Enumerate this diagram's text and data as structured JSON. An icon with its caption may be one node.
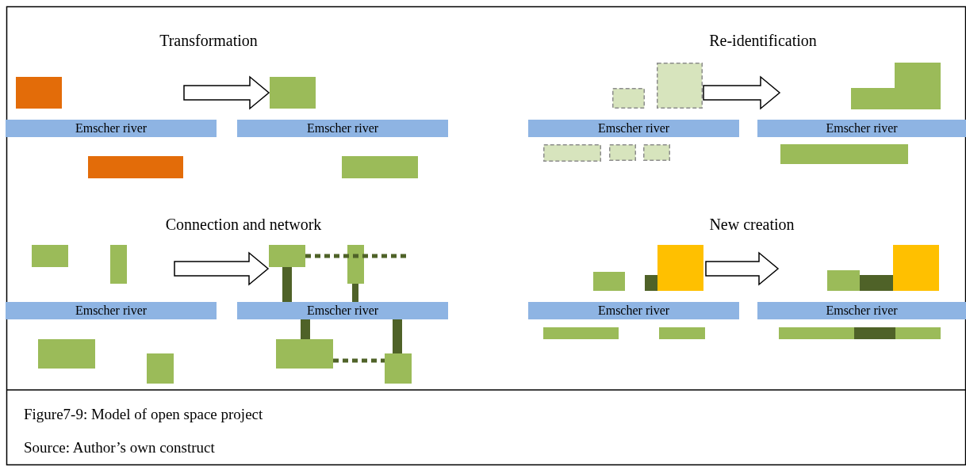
{
  "diagram": {
    "caption": "Figure7-9: Model of open space project",
    "nodes": [
      {
        "text": [],
        "shape": "picture"
      },
      {
        "text": [
          "Emscher river"
        ]
      },
      {
        "text": [],
        "shape": "picture"
      },
      {
        "text": [
          "Emscher river"
        ]
      },
      {
        "text": [],
        "shape": "picture"
      },
      {
        "text": [
          "Emscher river"
        ]
      },
      {
        "text": [],
        "shape": "picture"
      },
      {
        "text": [
          "Emscher river"
        ]
      },
      {
        "text": [],
        "shape": "picture"
      },
      {
        "text": [
          "Emscher river"
        ]
      },
      {
        "text": [],
        "shape": "picture"
      },
      {
        "text": [
          "Emscher river"
        ]
      },
      {
        "text": [],
        "shape": "picture"
      },
      {
        "text": [
          "Emscher river"
        ]
      },
      {
        "text": [],
        "shape": "picture"
      },
      {
        "text": [
          "Emscher river"
        ]
      }
    ],
    "edges": [
      {
        "from": 0,
        "to": 2,
        "arrow": "to"
      },
      {
        "from": 4,
        "to": 6,
        "arrow": "to"
      },
      {
        "from": 8,
        "to": 10,
        "arrow": "to"
      },
      {
        "from": 12,
        "to": 14,
        "arrow": "to"
      }
    ],
    "labels": [
      "Transformation",
      "Re-identification",
      "Connection and network",
      "New creation",
      "Source: Author’s own construct"
    ]
  }
}
